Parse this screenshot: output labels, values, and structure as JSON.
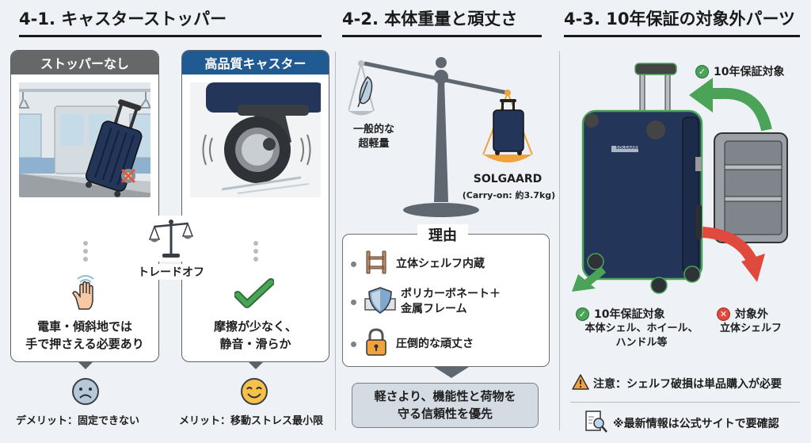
{
  "sections": {
    "s1": {
      "title": "4-1. キャスターストッパー",
      "left_card": {
        "header": "ストッパーなし",
        "header_color": "#656769",
        "text_line1": "電車・傾斜地では",
        "text_line2": "手で押さえる必要あり",
        "icon": "raised-hand-icon",
        "face_icon": "sad-face-icon",
        "bottom_label": "デメリット：固定できない"
      },
      "right_card": {
        "header": "高品質キャスター",
        "header_color": "#1f5a93",
        "text_line1": "摩擦が少なく、",
        "text_line2": "静音・滑らか",
        "icon": "check-icon",
        "face_icon": "smile-face-icon",
        "bottom_label": "メリット：移動ストレス最小限"
      },
      "tradeoff_label": "トレードオフ"
    },
    "s2": {
      "title": "4-2. 本体重量と頑丈さ",
      "light_label_line1": "一般的な",
      "light_label_line2": "超軽量",
      "brand": "SOLGAARD",
      "brand_weight": "(Carry-on: 約3.7kg)",
      "reason_title": "理由",
      "reasons": [
        {
          "icon": "shelf-icon",
          "line1": "立体シェルフ内蔵",
          "line2": ""
        },
        {
          "icon": "shield-icon",
          "line1": "ポリカーボネート＋",
          "line2": "金属フレーム"
        },
        {
          "icon": "padlock-icon",
          "line1": "圧倒的な頑丈さ",
          "line2": ""
        }
      ],
      "conclusion_line1": "軽さより、機能性と荷物を",
      "conclusion_line2": "守る信頼性を優先"
    },
    "s3": {
      "title": "4-3. 10年保証の対象外パーツ",
      "top_covered_label": "10年保証対象",
      "covered_label": "10年保証対象",
      "covered_items_line1": "本体シェル、ホイール、",
      "covered_items_line2": "ハンドル等",
      "excluded_label": "対象外",
      "excluded_items": "立体シェルフ",
      "warning": "注意：シェルフ破損は単品購入が必要",
      "note": "※最新情報は公式サイトで要確認",
      "suitcase_logo": "SOLGAARD"
    }
  },
  "colors": {
    "green": "#4aa356",
    "red": "#e04a3c",
    "navy": "#24355a",
    "orange": "#f0a23b",
    "gray_header": "#656769",
    "blue_header": "#1f5a93"
  }
}
